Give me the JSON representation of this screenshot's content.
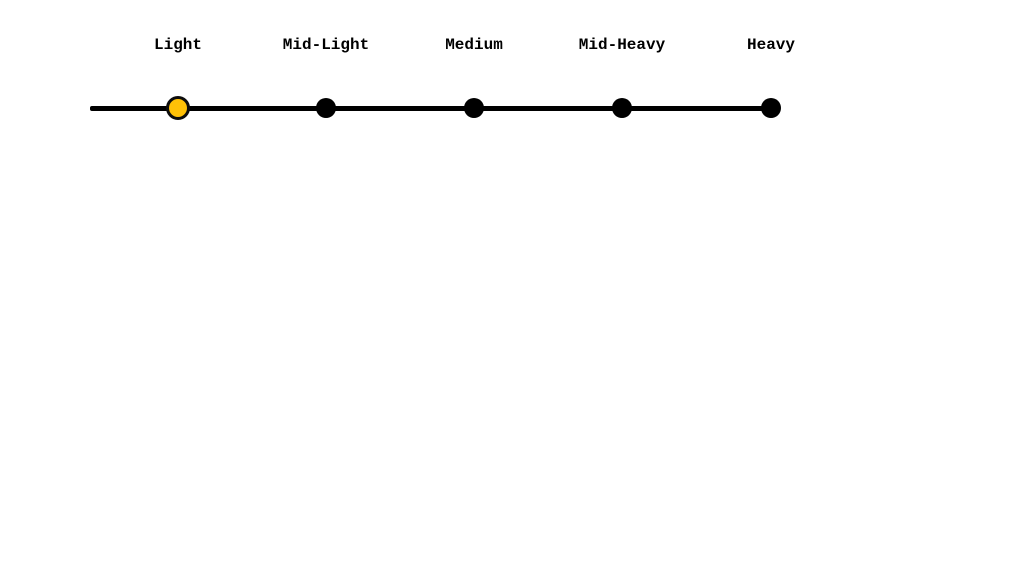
{
  "slider": {
    "name": "weight-scale-slider",
    "selected_value": "Light",
    "options": [
      {
        "label": "Light",
        "selected": true
      },
      {
        "label": "Mid-Light",
        "selected": false
      },
      {
        "label": "Medium",
        "selected": false
      },
      {
        "label": "Mid-Heavy",
        "selected": false
      },
      {
        "label": "Heavy",
        "selected": false
      }
    ],
    "colors": {
      "selected_dot": "#FFC107",
      "dot": "#000000",
      "track": "#000000",
      "label_text": "#000000",
      "background": "#FFFFFF"
    }
  }
}
